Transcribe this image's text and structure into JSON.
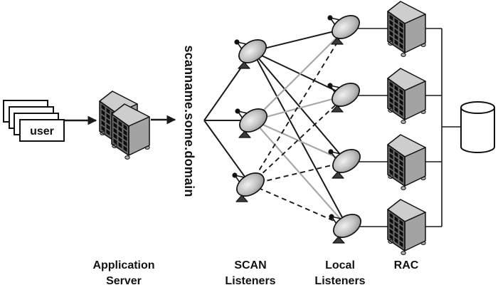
{
  "labels": {
    "user": "user",
    "scan_domain": "scanname.some.domain",
    "application_server": [
      "Application",
      "Server"
    ],
    "scan_listeners": [
      "SCAN",
      "Listeners"
    ],
    "local_listeners": [
      "Local",
      "Listeners"
    ],
    "rac": "RAC"
  },
  "colors": {
    "line_black": "#1a1a1a",
    "line_gray": "#a8a8a8"
  },
  "diagram": {
    "nodes": [
      "user-stack",
      "application-server",
      "scan-name-hub",
      "scan-listener-1",
      "scan-listener-2",
      "scan-listener-3",
      "local-listener-1",
      "local-listener-2",
      "local-listener-3",
      "local-listener-4",
      "rac-node-1",
      "rac-node-2",
      "rac-node-3",
      "rac-node-4",
      "shared-storage"
    ],
    "edges": [
      {
        "from": "user_out",
        "to": "app_in",
        "style": "arrow"
      },
      {
        "from": "app_out",
        "to": "domain_in",
        "style": "arrow"
      },
      {
        "from": "hub",
        "to": "scan1",
        "style": "solid"
      },
      {
        "from": "hub",
        "to": "scan2",
        "style": "solid"
      },
      {
        "from": "hub",
        "to": "scan3",
        "style": "solid"
      },
      {
        "from": "scan1",
        "to": "local1",
        "style": "solid"
      },
      {
        "from": "scan1",
        "to": "local2",
        "style": "solid"
      },
      {
        "from": "scan1",
        "to": "local3",
        "style": "solid"
      },
      {
        "from": "scan1",
        "to": "local4",
        "style": "solid"
      },
      {
        "from": "scan2",
        "to": "local1",
        "style": "gray"
      },
      {
        "from": "scan2",
        "to": "local2",
        "style": "gray"
      },
      {
        "from": "scan2",
        "to": "local3",
        "style": "gray"
      },
      {
        "from": "scan2",
        "to": "local4",
        "style": "gray"
      },
      {
        "from": "scan3",
        "to": "local1",
        "style": "dashed"
      },
      {
        "from": "scan3",
        "to": "local2",
        "style": "dashed"
      },
      {
        "from": "scan3",
        "to": "local3",
        "style": "dashed"
      },
      {
        "from": "scan3",
        "to": "local4",
        "style": "dashed"
      },
      {
        "from": "local1",
        "to": "rac1",
        "style": "thin"
      },
      {
        "from": "local2",
        "to": "rac2",
        "style": "thin"
      },
      {
        "from": "local3",
        "to": "rac3",
        "style": "thin"
      },
      {
        "from": "local4",
        "to": "rac4",
        "style": "thin"
      },
      {
        "from": "rac1",
        "to": "bus1",
        "style": "thin"
      },
      {
        "from": "rac2",
        "to": "bus2",
        "style": "thin"
      },
      {
        "from": "rac3",
        "to": "bus3",
        "style": "thin"
      },
      {
        "from": "rac4",
        "to": "bus4",
        "style": "thin"
      },
      {
        "from": "bus1",
        "to": "bus4",
        "style": "thin"
      },
      {
        "from": "busdb",
        "to": "db",
        "style": "thin"
      }
    ]
  }
}
